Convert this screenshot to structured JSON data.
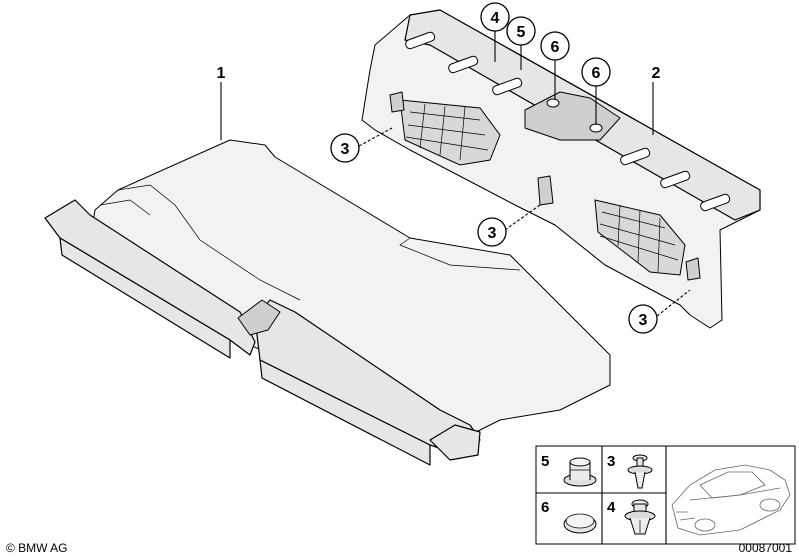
{
  "callouts": {
    "c1": "1",
    "c2": "2",
    "c3a": "3",
    "c3b": "3",
    "c3c": "3",
    "c4": "4",
    "c5": "5",
    "c6a": "6",
    "c6b": "6"
  },
  "legend": {
    "n5": "5",
    "n3": "3",
    "n6": "6",
    "n4": "4"
  },
  "footer": {
    "copyright": "© BMW AG",
    "diagram_number": "00087001"
  },
  "colors": {
    "line": "#000000",
    "part_fill": "#e6e6e6",
    "background": "#ffffff"
  }
}
